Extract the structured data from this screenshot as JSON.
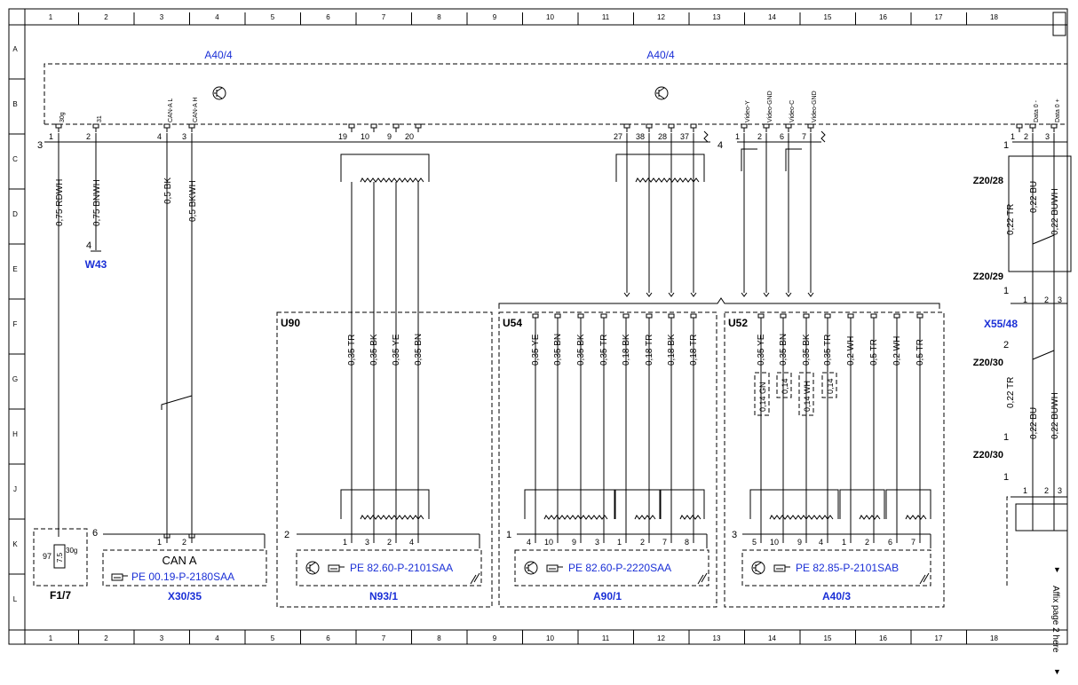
{
  "sheet": {
    "columns": [
      "1",
      "2",
      "3",
      "4",
      "5",
      "6",
      "7",
      "8",
      "9",
      "10",
      "11",
      "12",
      "13",
      "14",
      "15",
      "16",
      "17",
      "18"
    ],
    "rows": [
      "A",
      "B",
      "C",
      "D",
      "E",
      "F",
      "G",
      "H",
      "J",
      "K",
      "L"
    ]
  },
  "modules": {
    "top_left": "A40/4",
    "top_right": "A40/4",
    "u90": "U90",
    "u54": "U54",
    "u52": "U52",
    "w43": "W43",
    "w43_pin": "4",
    "z20_28": "Z20/28",
    "z20_29": "Z20/29",
    "x55_48": "X55/48",
    "z20_30a": "Z20/30",
    "z20_30b": "Z20/30"
  },
  "connector_numbers": {
    "left": "3",
    "mid": "4",
    "right": "1",
    "x55": "1",
    "z30": "2",
    "z30b": "1",
    "z30c": "1",
    "fuse": "6",
    "n93": "2",
    "a90": "1",
    "a40_3": "3"
  },
  "pins_top_left": [
    {
      "num": "1",
      "label": "30g"
    },
    {
      "num": "2",
      "label": "31"
    },
    {
      "num": "4",
      "label": "CAN-A L"
    },
    {
      "num": "3",
      "label": "CAN-A H"
    }
  ],
  "pins_top_mid1": [
    "19",
    "10",
    "9",
    "20"
  ],
  "pins_top_mid2": [
    "27",
    "38",
    "28",
    "37"
  ],
  "pins_video": [
    {
      "num": "1",
      "label": "Video-Y"
    },
    {
      "num": "2",
      "label": "Video-GND"
    },
    {
      "num": "6",
      "label": "Video-C"
    },
    {
      "num": "7",
      "label": "Video-GND"
    }
  ],
  "pins_data": [
    {
      "num": "1",
      "label": ""
    },
    {
      "num": "2",
      "label": "Data 0 -"
    },
    {
      "num": "3",
      "label": "Data 0 +"
    }
  ],
  "x55_pins": [
    "1",
    "2",
    "3"
  ],
  "z30c_pins": [
    "1",
    "2",
    "3"
  ],
  "wires": {
    "w1": "0,75 RDWH",
    "w2": "0,75 BNWH",
    "w3": "0,5 BK",
    "w4": "0,5 BKWH",
    "n93": [
      "0,35 TR",
      "0,35 BK",
      "0,35 YE",
      "0,35 BN"
    ],
    "u54": [
      "0,35 YE",
      "0,35 BN",
      "0,35 BK",
      "0,35 TR",
      "0,18 BK",
      "0,18 TR",
      "0,18 BK",
      "0,18 TR"
    ],
    "u52": [
      "0,35 YE",
      "0,35 BN",
      "0,35 BK",
      "0,35 TR",
      "0,2 WH",
      "0,5 TR",
      "0,2 WH",
      "0,5 TR"
    ],
    "u52_boxes": [
      "0,14 GN",
      "0,14",
      "0,14 WH",
      "0,14"
    ],
    "z28": [
      "0,22 TR",
      "0,22 BU",
      "0,22 BUWH"
    ],
    "z30": [
      "0,22 TR",
      "0,22 BU",
      "0,22 BUWH"
    ]
  },
  "bottom": {
    "fuse_value": "7.5",
    "fuse_num": "97",
    "fuse_label": "30g",
    "fuse_name": "F1/7",
    "x30_pins": [
      "1",
      "2"
    ],
    "can_title": "CAN A",
    "can_ref": "PE 00.19-P-2180SAA",
    "x30_name": "X30/35",
    "n93_pins": [
      "1",
      "3",
      "2",
      "4"
    ],
    "n93_ref": "PE 82.60-P-2101SAA",
    "n93_name": "N93/1",
    "a90_pins": [
      "4",
      "10",
      "9",
      "3",
      "1",
      "2",
      "7",
      "8"
    ],
    "a90_ref": "PE 82.60-P-2220SAA",
    "a90_name": "A90/1",
    "a40_pins": [
      "5",
      "10",
      "9",
      "4",
      "1",
      "2",
      "6",
      "7"
    ],
    "a40_ref": "PE 82.85-P-2101SAB",
    "a40_name": "A40/3"
  },
  "affix_note": "Affix page 2 here"
}
